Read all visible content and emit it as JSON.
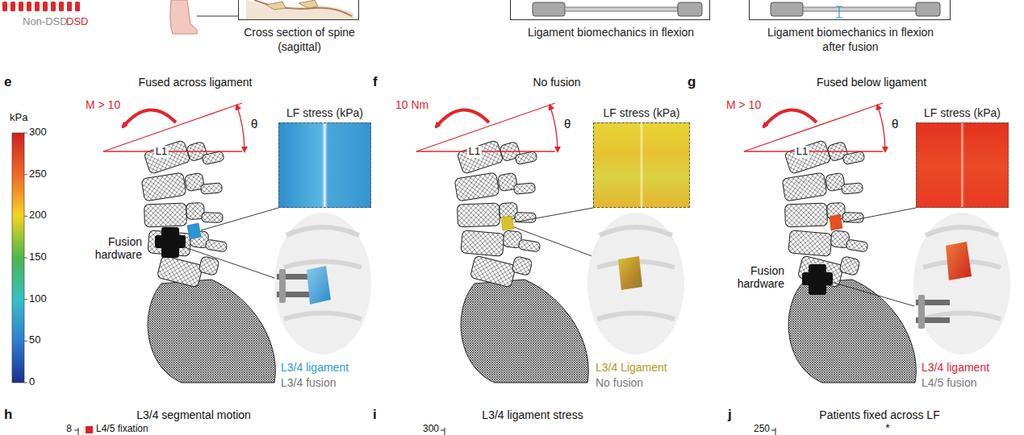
{
  "diagram": {
    "nodes": [
      {
        "text": [
          "Cross section of spine (sagittal)"
        ]
      },
      {
        "text": [
          "Ligament biomechanics in flexion"
        ]
      },
      {
        "text": [
          "Ligament biomechanics in flexion after fusion"
        ]
      },
      {
        "text": [
          "LF stress (kPa)"
        ]
      },
      {
        "text": [
          "LF stress (kPa)"
        ]
      },
      {
        "text": [
          "LF stress (kPa)"
        ]
      }
    ],
    "labels": [
      "Non-DSD",
      "DSD",
      "e",
      "Fused across ligament",
      "kPa",
      "300",
      "250",
      "200",
      "150",
      "100",
      "50",
      "0",
      "M > 10",
      "θ",
      "L1",
      "Fusion hardware",
      "L3/4 ligament",
      "L3/4 fusion",
      "f",
      "No fusion",
      "10 Nm",
      "θ",
      "L1",
      "L3/4 Ligament",
      "No fusion",
      "g",
      "Fused below ligament",
      "M > 10",
      "θ",
      "L1",
      "Fusion hardware",
      "L3/4 ligament",
      "L4/5 fusion",
      "h",
      "L3/4 segmental motion",
      "8",
      "i",
      "L3/4 ligament stress",
      "300",
      "j",
      "Patients fixed across LF",
      "250",
      "*"
    ],
    "legend": [
      {
        "text": "L4/5 fixation",
        "color": "#e41e26"
      }
    ]
  }
}
